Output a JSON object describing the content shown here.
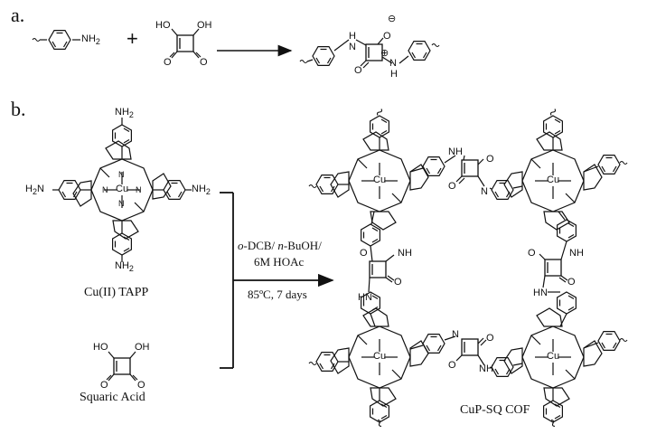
{
  "panels": {
    "a": "a.",
    "b": "b."
  },
  "panel_a": {
    "amine_group": "NH",
    "amine_subscript": "2",
    "plus": "+",
    "hydroxyl_left": "HO",
    "hydroxyl_right": "OH",
    "product_nh": "H",
    "product_n": "N",
    "product_o": "O",
    "minus": "⊖",
    "plus_charge": "⊕"
  },
  "panel_b": {
    "tapp_label": "Cu(II) TAPP",
    "squaric_label": "Squaric Acid",
    "cof_label": "CuP-SQ COF",
    "condition_line1_a": "o",
    "condition_line1_b": "-DCB/ ",
    "condition_line1_c": "n",
    "condition_line1_d": "-BuOH/",
    "condition_line2": "6M HOAc",
    "condition_line3": "85ºC, 7 days",
    "nh2": "NH",
    "nh2_sub": "2",
    "h2n": "H",
    "h2n_sub": "2",
    "h2n_tail": "N",
    "cu": "Cu",
    "n": "N",
    "ho": "HO",
    "oh": "OH",
    "o": "O",
    "nh": "NH",
    "hn": "HN"
  },
  "colors": {
    "ink": "#111111",
    "background": "#ffffff"
  }
}
